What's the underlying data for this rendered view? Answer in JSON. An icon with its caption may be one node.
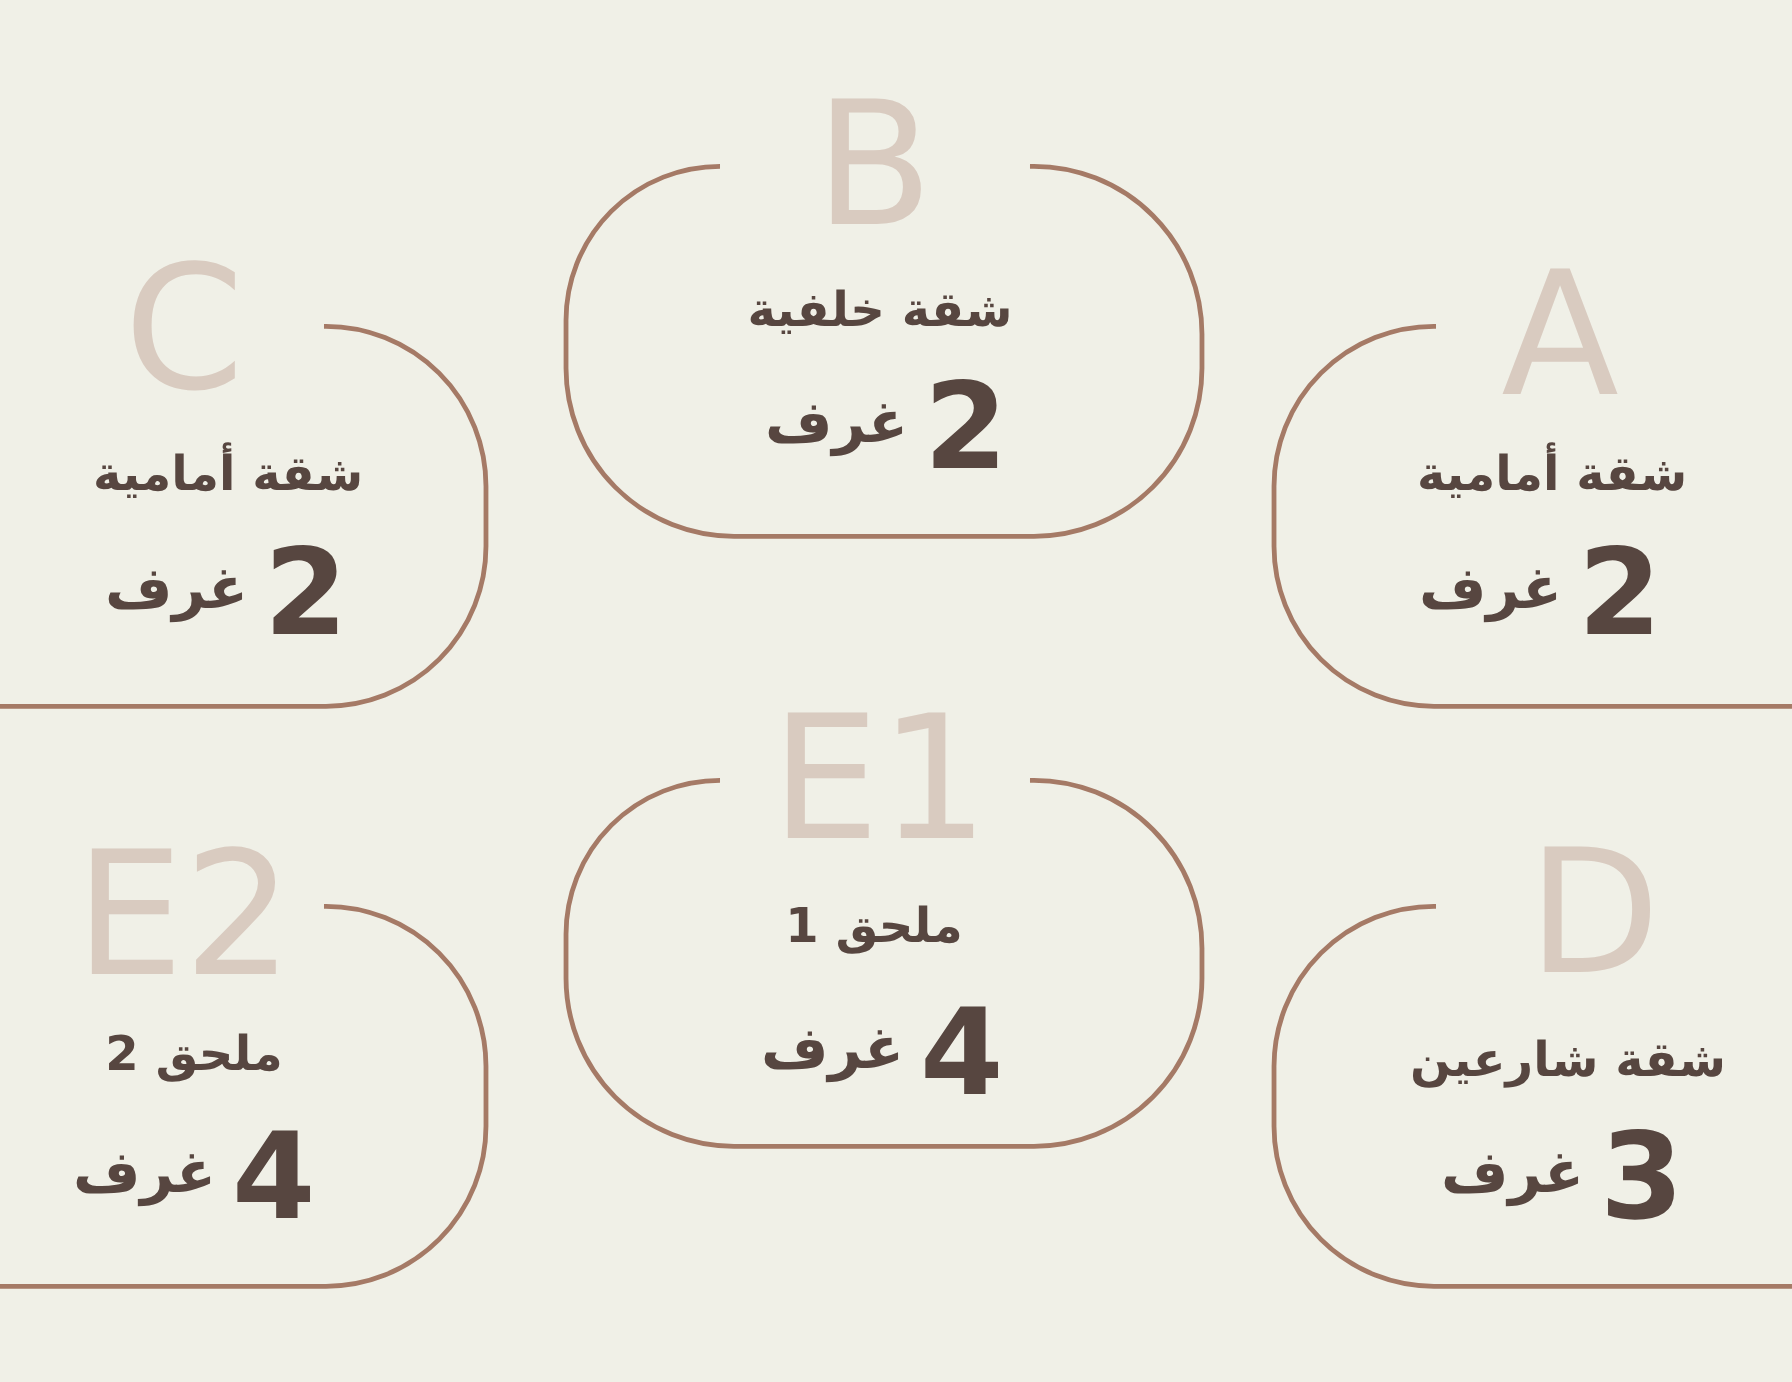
{
  "diagram": {
    "nodes": [
      {
        "text": [
          "A",
          "شقة أمامية",
          "2",
          "غرف"
        ]
      },
      {
        "text": [
          "B",
          "شقة خلفية",
          "2",
          "غرف"
        ]
      },
      {
        "text": [
          "C",
          "شقة أمامية",
          "2",
          "غرف"
        ]
      },
      {
        "text": [
          "D",
          "شقة شارعين",
          "3",
          "غرف"
        ]
      },
      {
        "text": [
          "E1",
          "ملحق 1",
          "4",
          "غرف"
        ]
      },
      {
        "text": [
          "E2",
          "ملحق 2",
          "4",
          "غرف"
        ]
      }
    ],
    "edges": []
  }
}
